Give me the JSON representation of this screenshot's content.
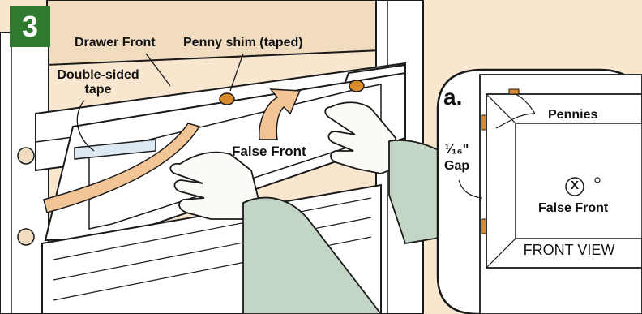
{
  "step": {
    "number": "3",
    "color": "#2f7a2f"
  },
  "labels": {
    "drawer_front": "Drawer Front",
    "penny_shim": "Penny shim (taped)",
    "double_sided_tape_line1": "Double-sided",
    "double_sided_tape_line2": "tape",
    "false_front_main": "False Front"
  },
  "detail": {
    "letter": "a.",
    "pennies": "Pennies",
    "gap_fraction": "¹⁄₁₆\"",
    "gap_word": "Gap",
    "mark": "X",
    "false_front": "False Front",
    "view_name": "FRONT VIEW"
  },
  "colors": {
    "background": "#f8e6cf",
    "cabinet_white": "#ffffff",
    "sleeve": "#c3d6c6",
    "skin": "#fbfaf6",
    "arrow": "#f2c596",
    "shim": "#d98a2c",
    "tape": "#dde9f2"
  }
}
